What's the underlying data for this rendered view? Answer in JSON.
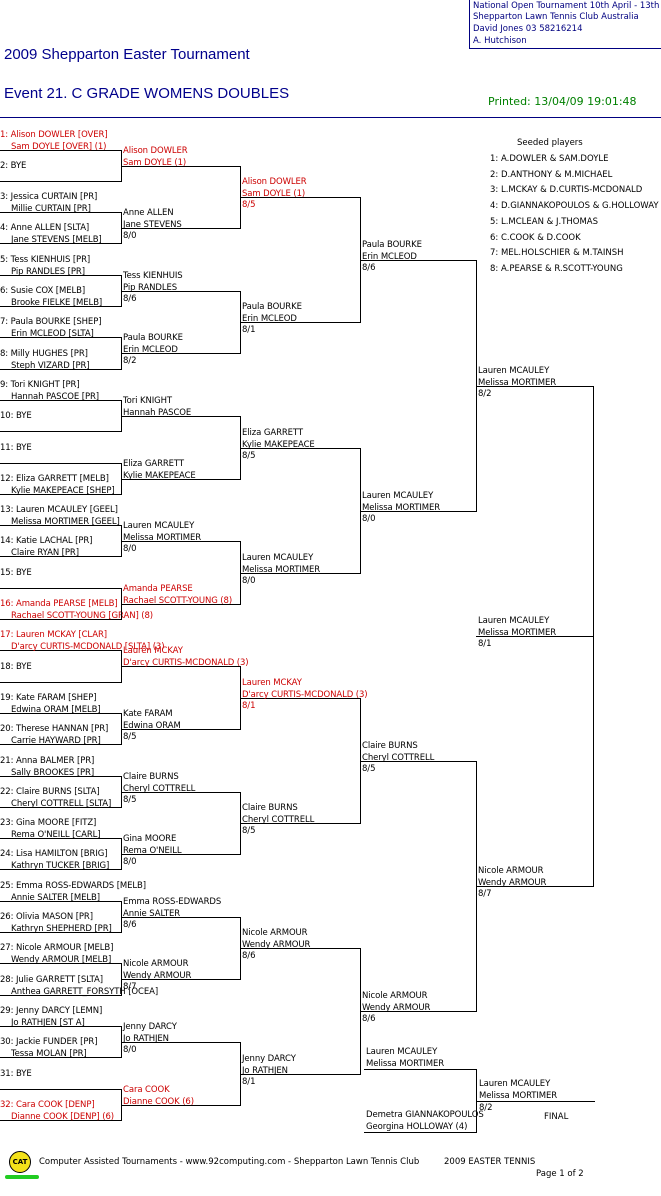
{
  "info_box": [
    "National Open Tournament   10th April - 13th",
    "Shepparton Lawn Tennis Club    Australia",
    "David Jones   03 58216214",
    "A. Hutchison"
  ],
  "title": "2009 Shepparton Easter Tournament",
  "event": "Event 21. C GRADE WOMENS DOUBLES",
  "printed": "Printed: 13/04/09 19:01:48",
  "seeded_title": "Seeded players",
  "seeds": [
    "1: A.DOWLER & SAM.DOYLE",
    "2: D.ANTHONY & M.MICHAEL",
    "3: L.MCKAY & D.CURTIS-MCDONALD",
    "4: D.GIANNAKOPOULOS & G.HOLLOWAY",
    "5: L.MCLEAN & J.THOMAS",
    "6: C.COOK & D.COOK",
    "7: MEL.HOLSCHIER & M.TAINSH",
    "8: A.PEARSE & R.SCOTT-YOUNG"
  ],
  "round1": [
    {
      "l1": "1: Alison DOWLER [OVER]",
      "l2": "Sam DOYLE [OVER] (1)",
      "red": true
    },
    {
      "l1": "2: BYE",
      "l2": "",
      "red": false
    },
    {
      "l1": "3: Jessica CURTAIN [PR]",
      "l2": "Millie CURTAIN [PR]",
      "red": false
    },
    {
      "l1": "4: Anne ALLEN [SLTA]",
      "l2": "Jane STEVENS [MELB]",
      "red": false
    },
    {
      "l1": "5: Tess KIENHUIS [PR]",
      "l2": "Pip RANDLES [PR]",
      "red": false
    },
    {
      "l1": "6: Susie COX [MELB]",
      "l2": "Brooke FIELKE [MELB]",
      "red": false
    },
    {
      "l1": "7: Paula BOURKE [SHEP]",
      "l2": "Erin MCLEOD [SLTA]",
      "red": false
    },
    {
      "l1": "8: Milly HUGHES [PR]",
      "l2": "Steph VIZARD [PR]",
      "red": false
    },
    {
      "l1": "9: Tori KNIGHT [PR]",
      "l2": "Hannah PASCOE [PR]",
      "red": false
    },
    {
      "l1": "10: BYE",
      "l2": "",
      "red": false
    },
    {
      "l1": "11: BYE",
      "l2": "",
      "red": false
    },
    {
      "l1": "12: Eliza GARRETT [MELB]",
      "l2": "Kylie MAKEPEACE [SHEP]",
      "red": false
    },
    {
      "l1": "13: Lauren MCAULEY [GEEL]",
      "l2": "Melissa MORTIMER [GEEL]",
      "red": false
    },
    {
      "l1": "14: Katie LACHAL [PR]",
      "l2": "Claire RYAN [PR]",
      "red": false
    },
    {
      "l1": "15: BYE",
      "l2": "",
      "red": false
    },
    {
      "l1": "16: Amanda PEARSE [MELB]",
      "l2": "Rachael SCOTT-YOUNG [GRAN] (8)",
      "red": true
    },
    {
      "l1": "17: Lauren MCKAY [CLAR]",
      "l2": "D'arcy CURTIS-MCDONALD [SLTA] (3)",
      "red": true
    },
    {
      "l1": "18: BYE",
      "l2": "",
      "red": false
    },
    {
      "l1": "19: Kate FARAM [SHEP]",
      "l2": "Edwina ORAM [MELB]",
      "red": false
    },
    {
      "l1": "20: Therese HANNAN [PR]",
      "l2": "Carrie HAYWARD [PR]",
      "red": false
    },
    {
      "l1": "21: Anna BALMER [PR]",
      "l2": "Sally BROOKES [PR]",
      "red": false
    },
    {
      "l1": "22: Claire BURNS [SLTA]",
      "l2": "Cheryl COTTRELL [SLTA]",
      "red": false
    },
    {
      "l1": "23: Gina MOORE [FITZ]",
      "l2": "Rema O'NEILL [CARL]",
      "red": false
    },
    {
      "l1": "24: Lisa HAMILTON [BRIG]",
      "l2": "Kathryn TUCKER [BRIG]",
      "red": false
    },
    {
      "l1": "25: Emma ROSS-EDWARDS [MELB]",
      "l2": "Annie SALTER [MELB]",
      "red": false
    },
    {
      "l1": "26: Olivia MASON [PR]",
      "l2": "Kathryn SHEPHERD [PR]",
      "red": false
    },
    {
      "l1": "27: Nicole ARMOUR [MELB]",
      "l2": "Wendy ARMOUR [MELB]",
      "red": false
    },
    {
      "l1": "28: Julie GARRETT [SLTA]",
      "l2": "Anthea GARRETT_FORSYTH [OCEA]",
      "red": false
    },
    {
      "l1": "29: Jenny DARCY [LEMN]",
      "l2": "Jo RATHJEN [ST A]",
      "red": false
    },
    {
      "l1": "30: Jackie FUNDER [PR]",
      "l2": "Tessa MOLAN [PR]",
      "red": false
    },
    {
      "l1": "31: BYE",
      "l2": "",
      "red": false
    },
    {
      "l1": "32: Cara COOK [DENP]",
      "l2": "Dianne COOK [DENP] (6)",
      "red": true
    }
  ],
  "round2": [
    {
      "l1": "Alison DOWLER",
      "l2": "Sam DOYLE (1)",
      "score": "",
      "red": true
    },
    {
      "l1": "Anne ALLEN",
      "l2": "Jane STEVENS",
      "score": "8/0",
      "red": false
    },
    {
      "l1": "Tess KIENHUIS",
      "l2": "Pip RANDLES",
      "score": "8/6",
      "red": false
    },
    {
      "l1": "Paula BOURKE",
      "l2": "Erin MCLEOD",
      "score": "8/2",
      "red": false
    },
    {
      "l1": "Tori KNIGHT",
      "l2": "Hannah PASCOE",
      "score": "",
      "red": false
    },
    {
      "l1": "Eliza GARRETT",
      "l2": "Kylie MAKEPEACE",
      "score": "",
      "red": false
    },
    {
      "l1": "Lauren MCAULEY",
      "l2": "Melissa MORTIMER",
      "score": "8/0",
      "red": false
    },
    {
      "l1": "Amanda PEARSE",
      "l2": "Rachael SCOTT-YOUNG (8)",
      "score": "",
      "red": true
    },
    {
      "l1": "Lauren MCKAY",
      "l2": "D'arcy CURTIS-MCDONALD (3)",
      "score": "",
      "red": true
    },
    {
      "l1": "Kate FARAM",
      "l2": "Edwina ORAM",
      "score": "8/5",
      "red": false
    },
    {
      "l1": "Claire BURNS",
      "l2": "Cheryl COTTRELL",
      "score": "8/5",
      "red": false
    },
    {
      "l1": "Gina MOORE",
      "l2": "Rema O'NEILL",
      "score": "8/0",
      "red": false
    },
    {
      "l1": "Emma ROSS-EDWARDS",
      "l2": "Annie SALTER",
      "score": "8/6",
      "red": false
    },
    {
      "l1": "Nicole ARMOUR",
      "l2": "Wendy ARMOUR",
      "score": "8/7",
      "red": false
    },
    {
      "l1": "Jenny DARCY",
      "l2": "Jo RATHJEN",
      "score": "8/0",
      "red": false
    },
    {
      "l1": "Cara COOK",
      "l2": "Dianne COOK (6)",
      "score": "",
      "red": true
    }
  ],
  "round3": [
    {
      "l1": "Alison DOWLER",
      "l2": "Sam DOYLE (1)",
      "score": "8/5",
      "red": true
    },
    {
      "l1": "Paula BOURKE",
      "l2": "Erin MCLEOD",
      "score": "8/1",
      "red": false
    },
    {
      "l1": "Eliza GARRETT",
      "l2": "Kylie MAKEPEACE",
      "score": "8/5",
      "red": false
    },
    {
      "l1": "Lauren MCAULEY",
      "l2": "Melissa MORTIMER",
      "score": "8/0",
      "red": false
    },
    {
      "l1": "Lauren MCKAY",
      "l2": "D'arcy CURTIS-MCDONALD (3)",
      "score": "8/1",
      "red": true
    },
    {
      "l1": "Claire BURNS",
      "l2": "Cheryl COTTRELL",
      "score": "8/5",
      "red": false
    },
    {
      "l1": "Nicole ARMOUR",
      "l2": "Wendy ARMOUR",
      "score": "8/6",
      "red": false
    },
    {
      "l1": "Jenny DARCY",
      "l2": "Jo RATHJEN",
      "score": "8/1",
      "red": false
    }
  ],
  "round4": [
    {
      "l1": "Paula BOURKE",
      "l2": "Erin MCLEOD",
      "score": "8/6",
      "red": false
    },
    {
      "l1": "Lauren MCAULEY",
      "l2": "Melissa MORTIMER",
      "score": "8/0",
      "red": false
    },
    {
      "l1": "Claire BURNS",
      "l2": "Cheryl COTTRELL",
      "score": "8/5",
      "red": false
    },
    {
      "l1": "Nicole ARMOUR",
      "l2": "Wendy ARMOUR",
      "score": "8/6",
      "red": false
    }
  ],
  "round5": [
    {
      "l1": "Lauren MCAULEY",
      "l2": "Melissa MORTIMER",
      "score": "8/2",
      "red": false
    },
    {
      "l1": "Nicole ARMOUR",
      "l2": "Wendy ARMOUR",
      "score": "8/7",
      "red": false
    }
  ],
  "round6": [
    {
      "l1": "Lauren MCAULEY",
      "l2": "Melissa MORTIMER",
      "score": "8/1",
      "red": false
    }
  ],
  "final_section": {
    "top_l1": "Lauren MCAULEY",
    "top_l2": "Melissa MORTIMER",
    "bottom_l1": "Demetra GIANNAKOPOULOS",
    "bottom_l2": "Georgina HOLLOWAY (4)",
    "winner_l1": "Lauren MCAULEY",
    "winner_l2": "Melissa MORTIMER",
    "winner_score": "8/2",
    "label": "FINAL"
  },
  "footer": {
    "logo": "CAT",
    "text": "Computer Assisted Tournaments - www.92computing.com -  Shepparton Lawn Tennis Club",
    "event": "2009 EASTER TENNIS",
    "page": "Page 1 of 2"
  }
}
